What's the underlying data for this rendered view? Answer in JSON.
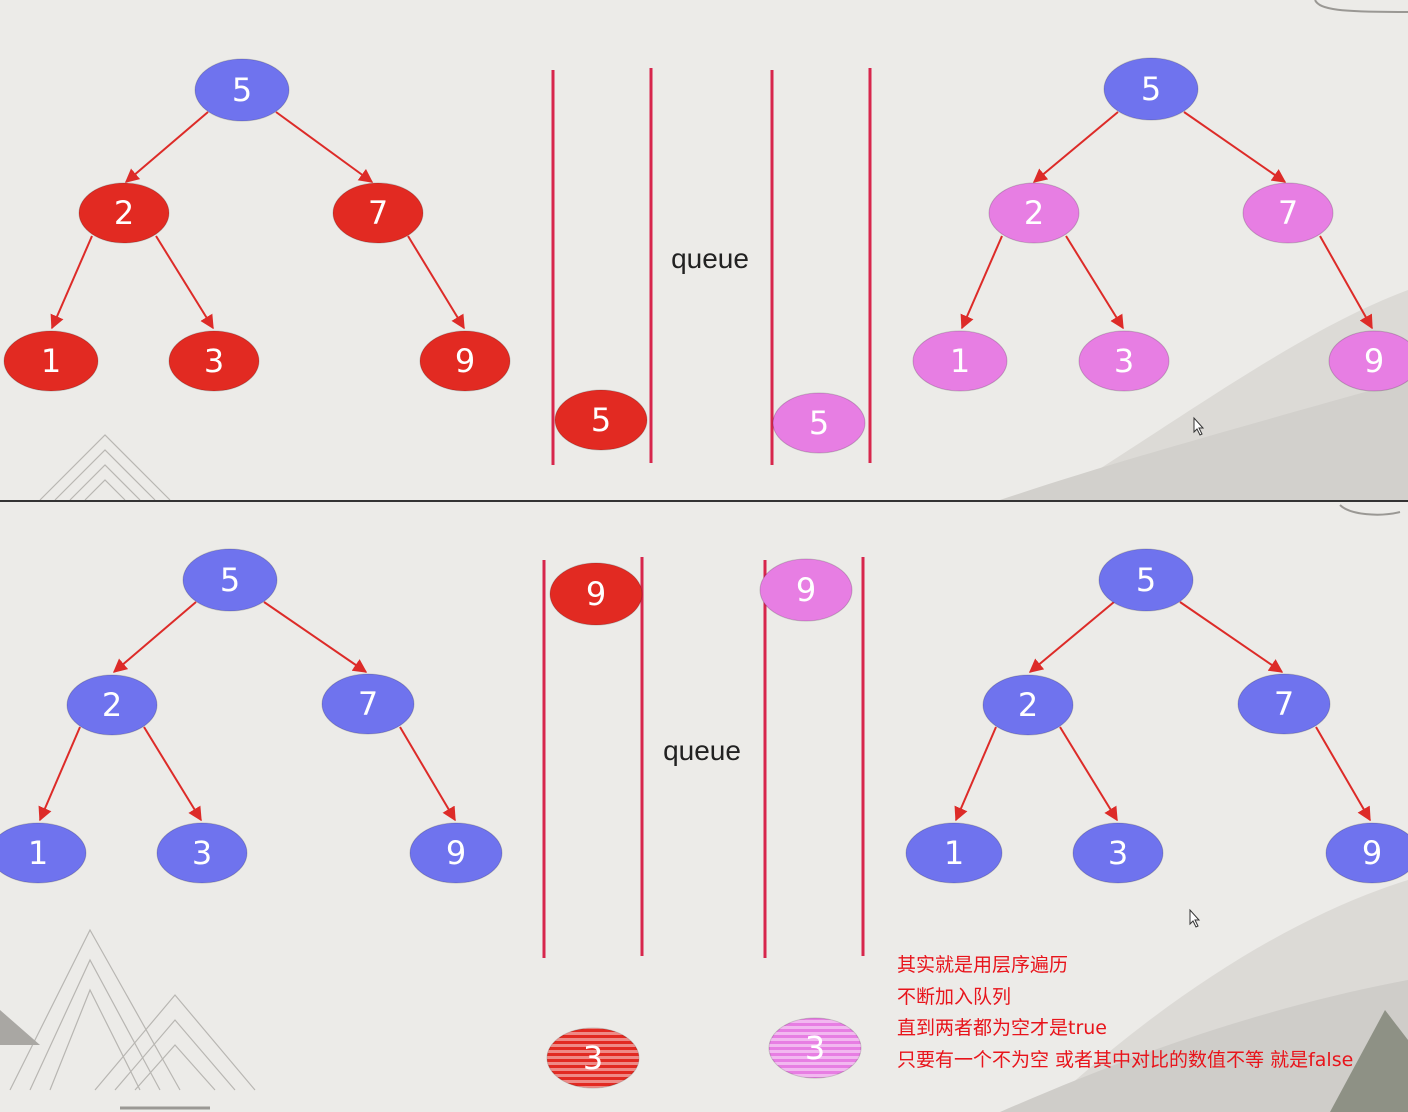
{
  "colors": {
    "blue": "#6f73ee",
    "red": "#e22a22",
    "pink": "#e77ee3",
    "edge": "#dd2b28",
    "queue_wall": "#d7264c",
    "divider": "#333333",
    "note": "#e8141b"
  },
  "panels": [
    {
      "queue_label": "queue",
      "trees": [
        {
          "root": "5",
          "left": "2",
          "right": "7",
          "left_left": "1",
          "left_right": "3",
          "right_right": "9",
          "colors": {
            "root": "blue",
            "left": "red",
            "right": "red",
            "left_left": "red",
            "left_right": "red",
            "right_right": "red"
          }
        },
        {
          "root": "5",
          "left": "2",
          "right": "7",
          "left_left": "1",
          "left_right": "3",
          "right_right": "9",
          "colors": {
            "root": "blue",
            "left": "pink",
            "right": "pink",
            "left_left": "pink",
            "left_right": "pink",
            "right_right": "pink"
          }
        }
      ],
      "queue_items": [
        {
          "value": "5",
          "color": "red"
        },
        {
          "value": "5",
          "color": "pink"
        }
      ]
    },
    {
      "queue_label": "queue",
      "trees": [
        {
          "root": "5",
          "left": "2",
          "right": "7",
          "left_left": "1",
          "left_right": "3",
          "right_right": "9",
          "colors": {
            "root": "blue",
            "left": "blue",
            "right": "blue",
            "left_left": "blue",
            "left_right": "blue",
            "right_right": "blue"
          }
        },
        {
          "root": "5",
          "left": "2",
          "right": "7",
          "left_left": "1",
          "left_right": "3",
          "right_right": "9",
          "colors": {
            "root": "blue",
            "left": "blue",
            "right": "blue",
            "left_left": "blue",
            "left_right": "blue",
            "right_right": "blue"
          }
        }
      ],
      "queue_items": [
        {
          "value": "9",
          "color": "red"
        },
        {
          "value": "9",
          "color": "pink"
        }
      ],
      "outgoing_items": [
        {
          "value": "3",
          "color": "red"
        },
        {
          "value": "3",
          "color": "pink"
        }
      ]
    }
  ],
  "note_lines": [
    "其实就是用层序遍历",
    "不断加入队列",
    "直到两者都为空才是true",
    "只要有一个不为空 或者其中对比的数值不等 就是false"
  ]
}
